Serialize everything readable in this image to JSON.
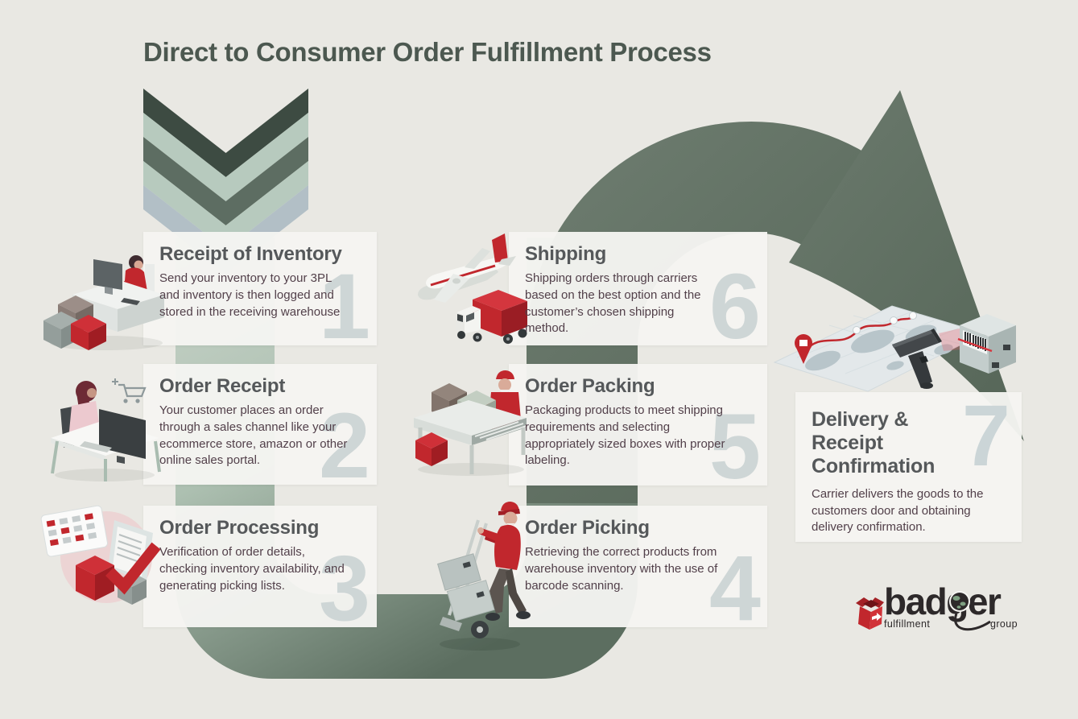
{
  "title": "Direct to Consumer Order Fulfillment Process",
  "steps": [
    {
      "number": "1",
      "title": "Receipt of Inventory",
      "description": "Send your inventory to your 3PL and inventory is then logged and stored  in the receiving warehouse"
    },
    {
      "number": "2",
      "title": "Order Receipt",
      "description": "Your customer places an order through a sales channel like your ecommerce store, amazon or other online sales portal."
    },
    {
      "number": "3",
      "title": "Order Processing",
      "description": "Verification of order details, checking inventory availability, and generating picking lists."
    },
    {
      "number": "4",
      "title": "Order Picking",
      "description": "Retrieving the correct products from warehouse inventory with the use of barcode scanning."
    },
    {
      "number": "5",
      "title": "Order Packing",
      "description": "Packaging products to meet shipping requirements and selecting appropriately sized boxes with proper labeling."
    },
    {
      "number": "6",
      "title": "Shipping",
      "description": "Shipping orders through carriers based on the best option and the customer’s chosen shipping method."
    },
    {
      "number": "7",
      "title": "Delivery & Receipt Confirmation",
      "description": "Carrier delivers the goods to the customers door and obtaining delivery confirmation."
    }
  ],
  "logo": {
    "brand": "badger",
    "word_left": "fulfillment",
    "word_right": "group"
  },
  "colors": {
    "accent_red": "#c1272d",
    "arrow_green": "#5f6e62",
    "sage_light": "#c6d2c8",
    "background": "#e9e8e3"
  }
}
